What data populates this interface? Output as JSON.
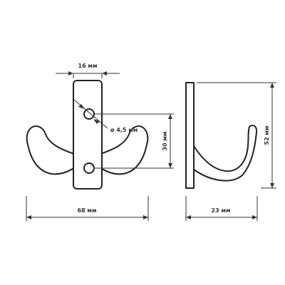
{
  "diagram": {
    "dimensions": {
      "plate_width": "16 мм",
      "hole_diameter": "ø 4,5 мм",
      "hole_spacing": "30 мм",
      "overall_width": "68 мм",
      "depth": "23 мм",
      "height": "52 мм"
    },
    "colors": {
      "line": "#222222",
      "dimension": "#333333",
      "background": "#ffffff"
    }
  }
}
